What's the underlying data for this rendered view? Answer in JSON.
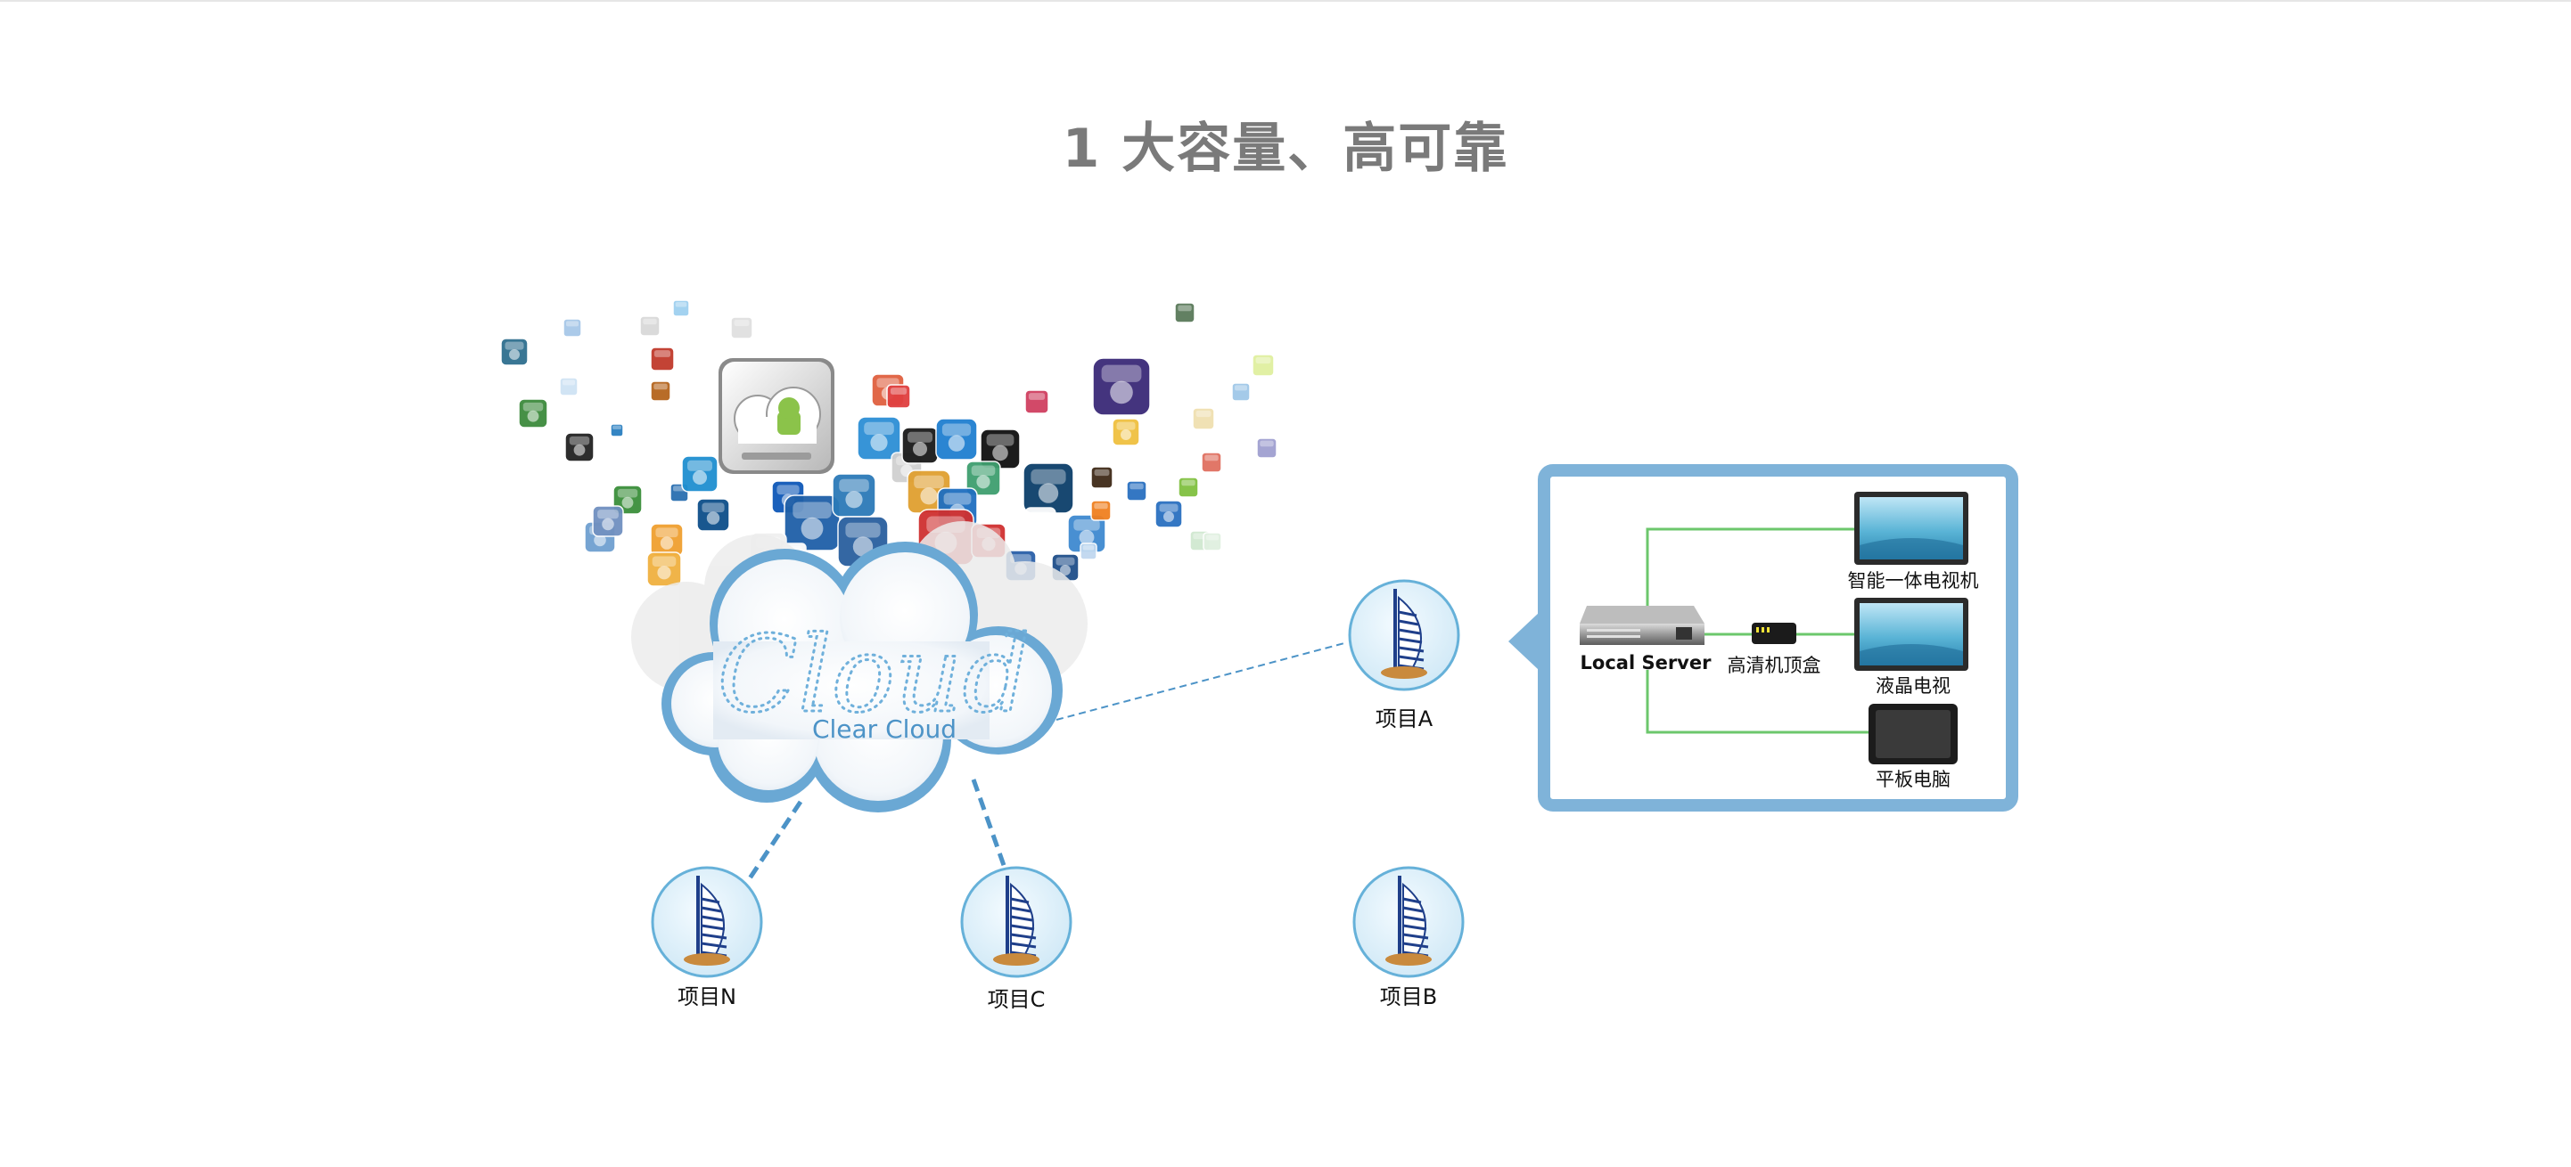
{
  "page": {
    "title": "1 大容量、高可靠"
  },
  "cloud": {
    "word": "Cloud",
    "caption": "Clear Cloud"
  },
  "projects": [
    {
      "id": "a",
      "label": "项目A"
    },
    {
      "id": "n",
      "label": "项目N"
    },
    {
      "id": "c",
      "label": "项目C"
    },
    {
      "id": "b",
      "label": "项目B"
    }
  ],
  "local_network": {
    "server_label": "Local Server",
    "settop_label": "高清机顶盒",
    "devices": [
      {
        "id": "smart-tv",
        "label": "智能一体电视机"
      },
      {
        "id": "lcd-tv",
        "label": "液晶电视"
      },
      {
        "id": "tablet",
        "label": "平板电脑"
      }
    ]
  },
  "colors": {
    "accent": "#7fb3d9",
    "cloud_outline": "#6aa8d4",
    "link": "#4c93c7",
    "connector": "#6cc76c",
    "title": "#7a7a7a"
  },
  "icons": {
    "project": "sail-hotel-icon",
    "cloud": "cloud-icon",
    "server": "server-icon",
    "settop": "set-top-box-icon",
    "android": "android-cloud-icon"
  }
}
